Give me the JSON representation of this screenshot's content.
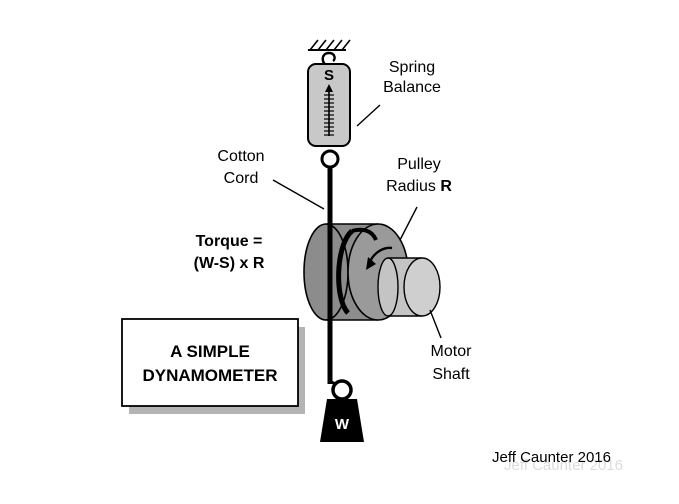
{
  "spring_balance": {
    "letter": "S",
    "label_line1": "Spring",
    "label_line2": "Balance"
  },
  "cotton_cord": {
    "label_line1": "Cotton",
    "label_line2": "Cord"
  },
  "pulley": {
    "label_line1": "Pulley",
    "label_line2_prefix": "Radius ",
    "label_line2_bold": "R"
  },
  "torque": {
    "line1": "Torque =",
    "line2": "(W-S) x R"
  },
  "motor_shaft": {
    "label_line1": "Motor",
    "label_line2": "Shaft"
  },
  "title_box": {
    "line1": "A SIMPLE",
    "line2": "DYNAMOMETER"
  },
  "weight": {
    "letter": "W"
  },
  "credit": {
    "text": "Jeff Caunter 2016",
    "watermark": "Jeff Caunter 2016"
  }
}
